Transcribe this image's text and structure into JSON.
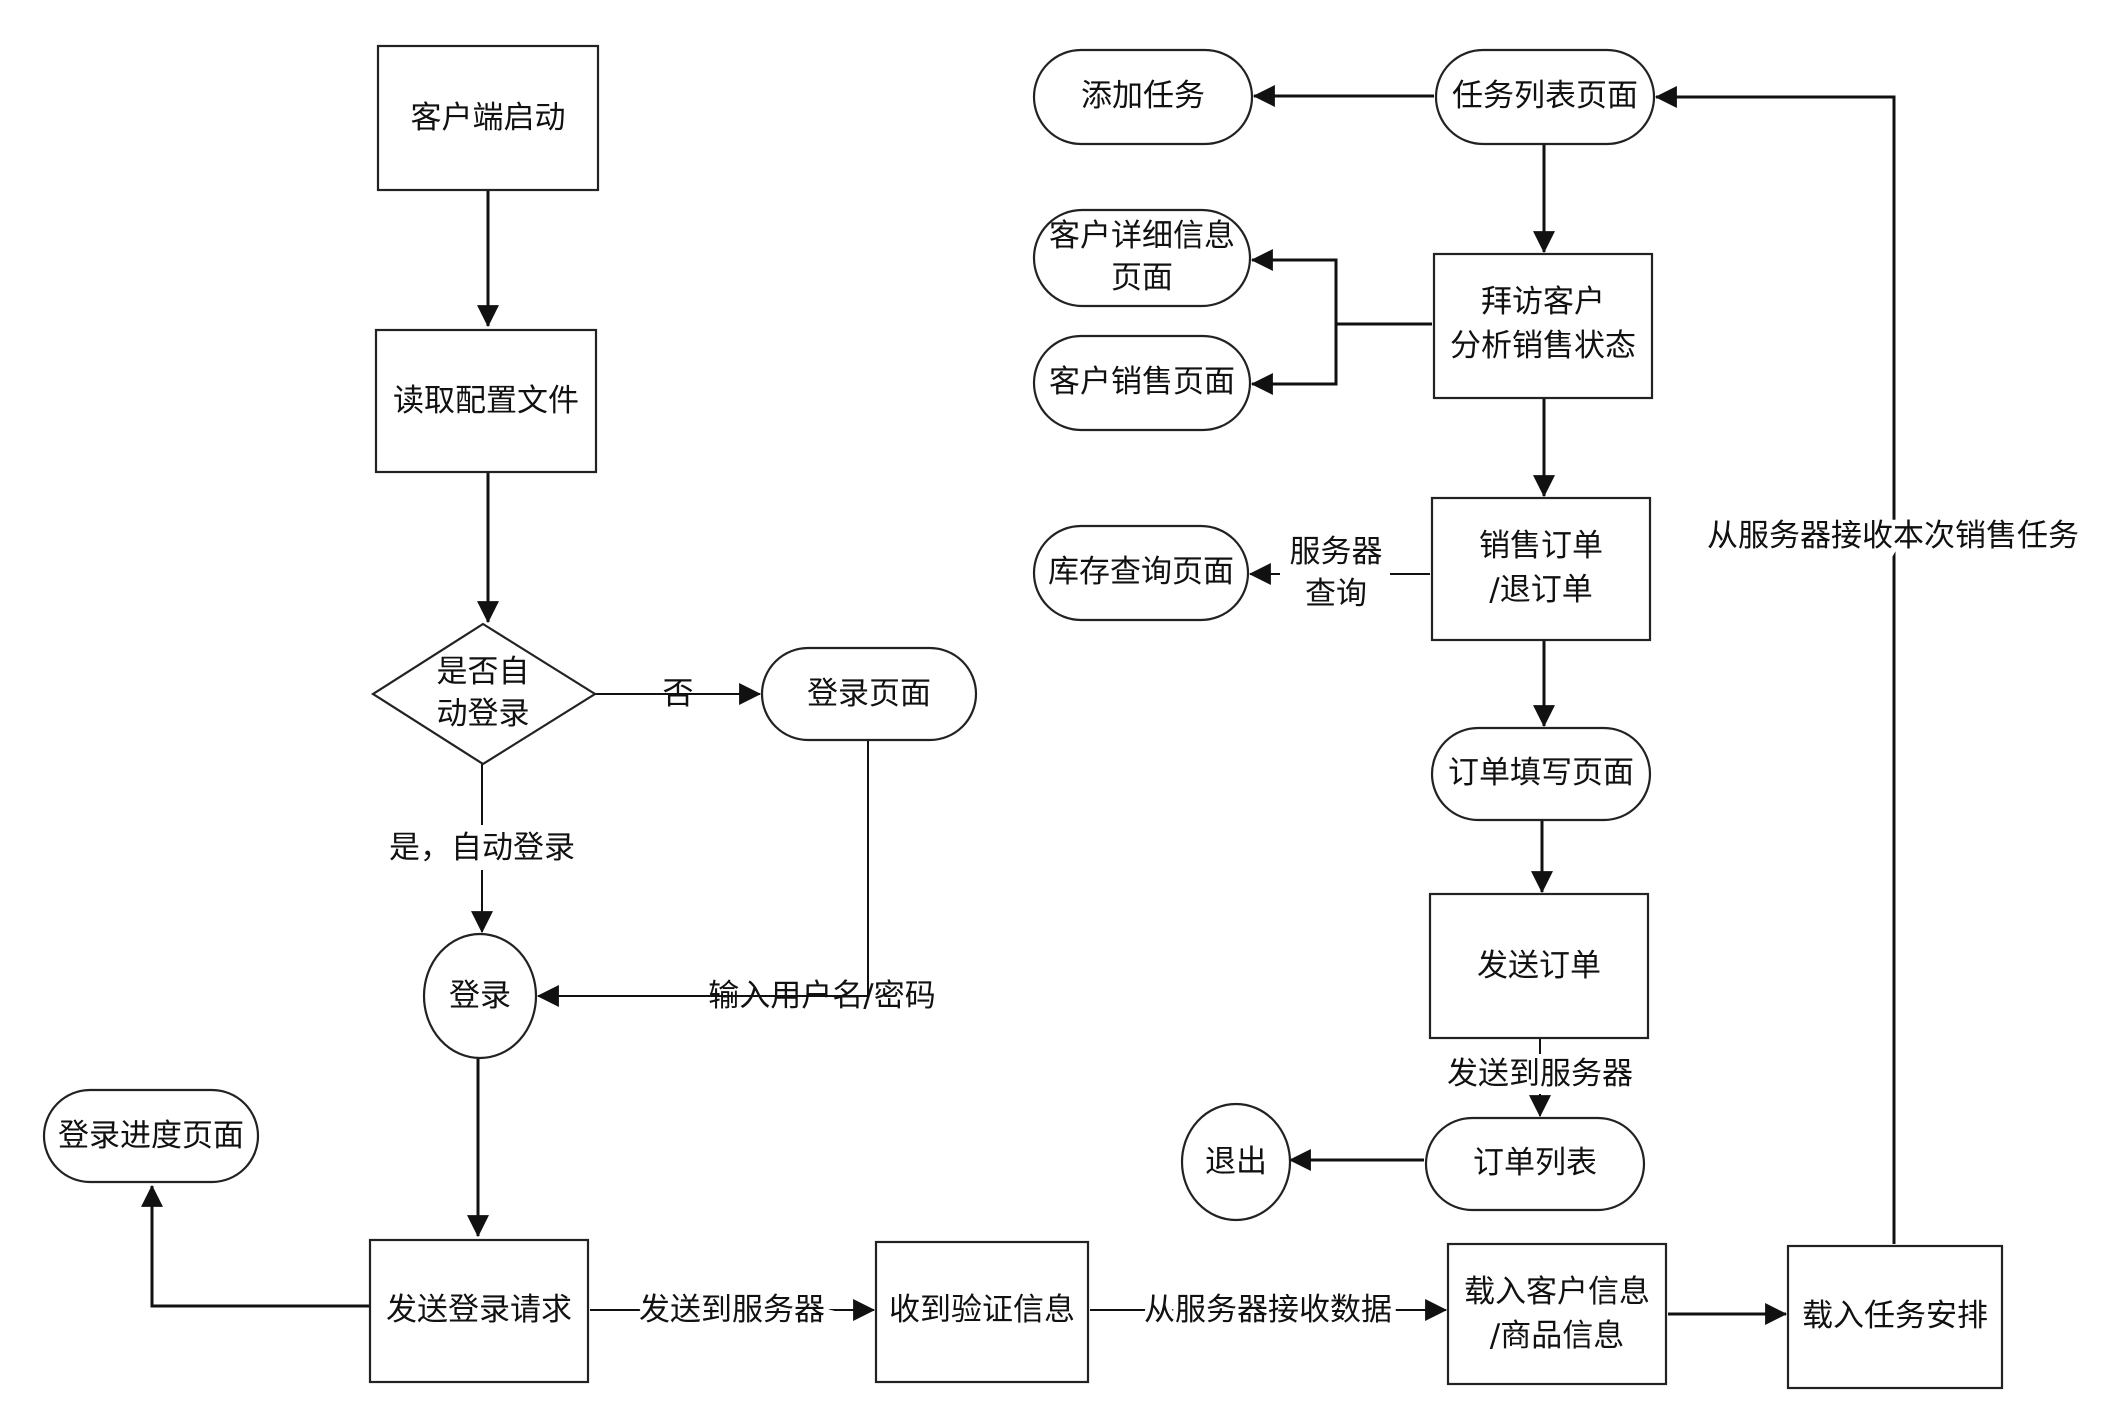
{
  "colors": {
    "line": "#111111",
    "text": "#111111",
    "fill": "#ffffff"
  },
  "nodes": {
    "client_start": "客户端启动",
    "read_config": "读取配置文件",
    "auto_login_q": [
      "是否自",
      "动登录"
    ],
    "login_page": "登录页面",
    "login": "登录",
    "login_progress": "登录进度页面",
    "send_login": "发送登录请求",
    "recv_verify": "收到验证信息",
    "load_customer": [
      "载入客户信息",
      "/商品信息"
    ],
    "load_task": "载入任务安排",
    "task_list": "任务列表页面",
    "add_task": "添加任务",
    "visit_customer": [
      "拜访客户",
      "分析销售状态"
    ],
    "customer_detail": [
      "客户详细信息",
      "页面"
    ],
    "customer_sales": "客户销售页面",
    "sales_order": [
      "销售订单",
      "/退订单"
    ],
    "inventory": "库存查询页面",
    "order_fill": "订单填写页面",
    "send_order": "发送订单",
    "order_list": "订单列表",
    "exit": "退出"
  },
  "edge_labels": {
    "no": "否",
    "yes_auto": "是，自动登录",
    "input_user": "输入用户名/密码",
    "send_to_server_1": "发送到服务器",
    "recv_data": "从服务器接收数据",
    "server_query": [
      "服务器",
      "查询"
    ],
    "send_to_server_2": "发送到服务器",
    "recv_task": "从服务器接收本次销售任务"
  }
}
